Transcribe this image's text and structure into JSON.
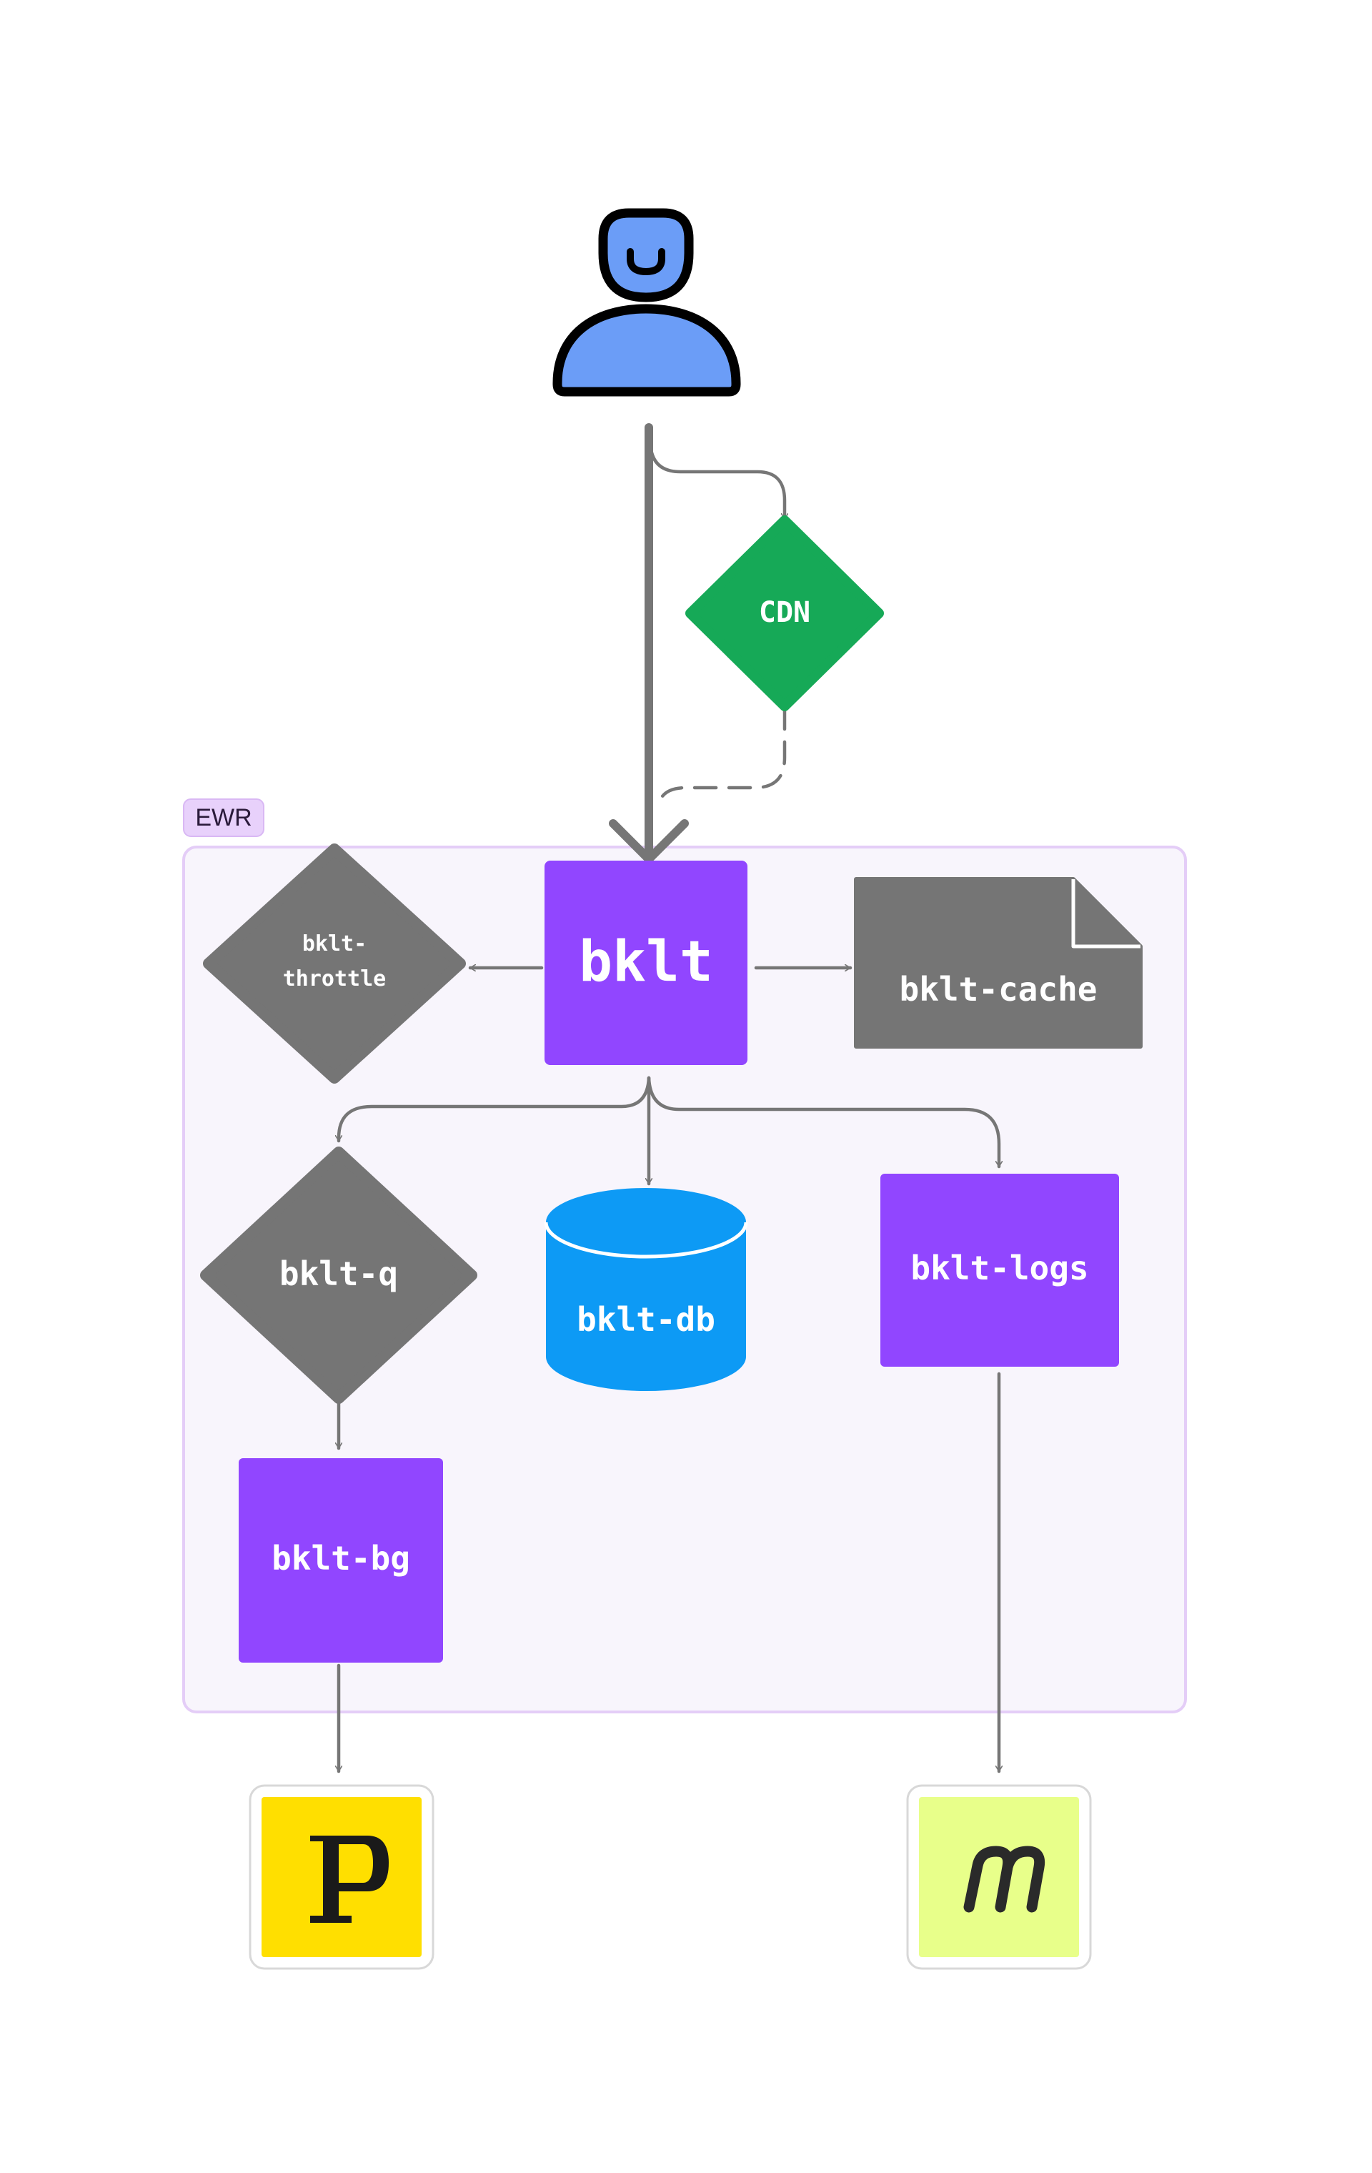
{
  "region": {
    "label": "EWR"
  },
  "nodes": {
    "user": {
      "icon": "user-icon",
      "color": "#6b9df7"
    },
    "cdn": {
      "label": "CDN",
      "color": "#16a957"
    },
    "bklt": {
      "label": "bklt",
      "color": "#9146ff"
    },
    "throttle": {
      "label_line1": "bklt-",
      "label_line2": "throttle",
      "color": "#757575"
    },
    "cache": {
      "label": "bklt-cache",
      "color": "#757575"
    },
    "queue": {
      "label": "bklt-q",
      "color": "#757575"
    },
    "db": {
      "label": "bklt-db",
      "color": "#0d9af5"
    },
    "logs": {
      "label": "bklt-logs",
      "color": "#9146ff"
    },
    "bg": {
      "label": "bklt-bg",
      "color": "#9146ff"
    },
    "papertrail": {
      "icon": "papertrail-logo-icon",
      "letter": "P",
      "color": "#ffdf00"
    },
    "mezmo": {
      "icon": "mezmo-logo-icon",
      "letter": "m",
      "color": "#e8ff8a"
    }
  },
  "colors": {
    "edge": "#767676",
    "region_fill": "#f8f5fc",
    "region_border": "#e4cdf7",
    "region_tag": "#e8d1fb"
  }
}
